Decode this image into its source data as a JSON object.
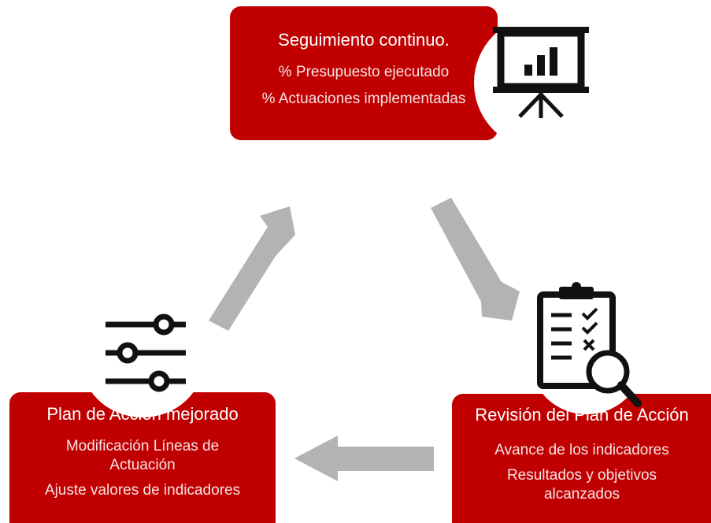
{
  "stages": {
    "top": {
      "title": "Seguimiento continuo.",
      "lines": [
        "% Presupuesto ejecutado",
        "% Actuaciones implementadas"
      ],
      "icon": "presentation-chart-icon"
    },
    "right": {
      "title": "Revisión del Plan de Acción",
      "lines": [
        "Avance de los indicadores",
        "Resultados y objetivos alcanzados"
      ],
      "icon": "checklist-magnifier-icon"
    },
    "left": {
      "title": "Plan de Acción mejorado",
      "lines": [
        "Modificación Líneas de Actuación",
        "Ajuste valores de indicadores"
      ],
      "icon": "sliders-icon"
    }
  },
  "colors": {
    "box": "#c00000",
    "arrow": "#b3b3b3",
    "icon": "#111111"
  }
}
